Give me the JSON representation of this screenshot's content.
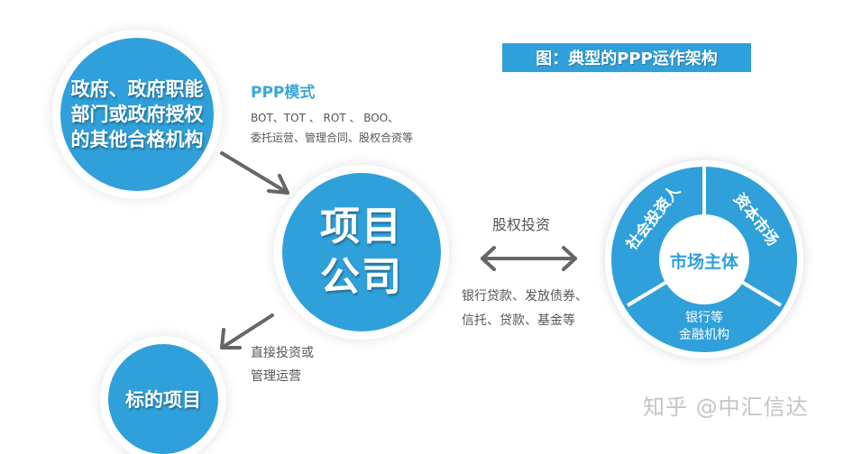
{
  "title": "图：典型的PPP运作架构",
  "nodes": {
    "government": "政府、政府职能部门或政府授权的其他合格机构",
    "government_lines": [
      "政府、政府职能",
      "部门或政府授权",
      "的其他合格机构"
    ],
    "project_company_lines": [
      "项目",
      "公司"
    ],
    "target_project": "标的项目",
    "market": {
      "center": "市场主体",
      "segments": [
        "社会投资人",
        "资本市场"
      ],
      "bottom_lines": [
        "银行等",
        "金融机构"
      ]
    }
  },
  "ppp_mode": {
    "title": "PPP模式",
    "line1": "BOT、TOT 、 ROT 、 BOO、",
    "line2": "委托运营、管理合同、股权合资等"
  },
  "edges": {
    "equity_label": "股权投资",
    "finance_line1": "银行贷款、发放债券、",
    "finance_line2": "信托、贷款、基金等",
    "direct_line1": "直接投资或",
    "direct_line2": "管理运营"
  },
  "watermark": "知乎 @中汇信达",
  "colors": {
    "primary_blue": "#2fa0da",
    "ppp_title": "#3aa6d8",
    "text_gray": "#555555",
    "arrow_gray": "#666666"
  }
}
